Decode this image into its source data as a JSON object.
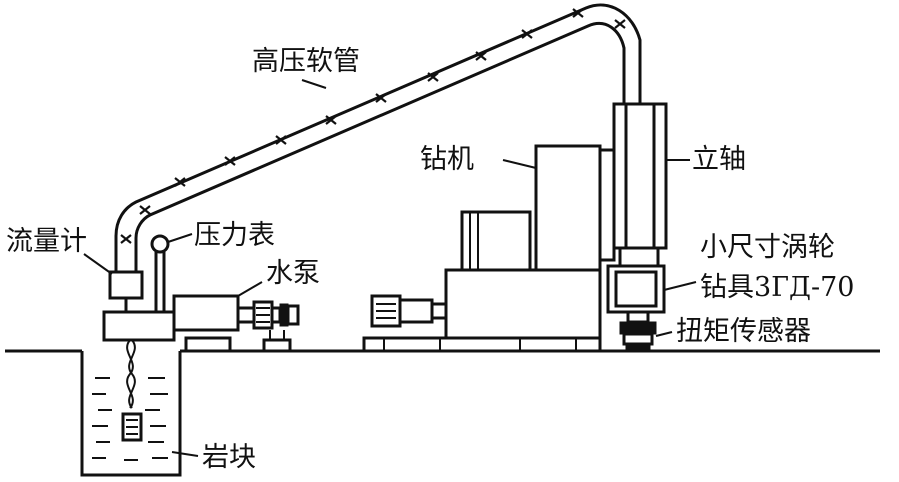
{
  "labels": {
    "hose": "高压软管",
    "drill_rig": "钻机",
    "vertical_shaft": "立轴",
    "flowmeter": "流量计",
    "pressure_gauge": "压力表",
    "water_pump": "水泵",
    "turbine_tool_line1": "小尺寸涡轮",
    "turbine_tool_line2": "钻具3ГД-70",
    "torque_sensor": "扭矩传感器",
    "rock_block": "岩块"
  },
  "colors": {
    "ink": "#111111",
    "background": "#ffffff"
  }
}
